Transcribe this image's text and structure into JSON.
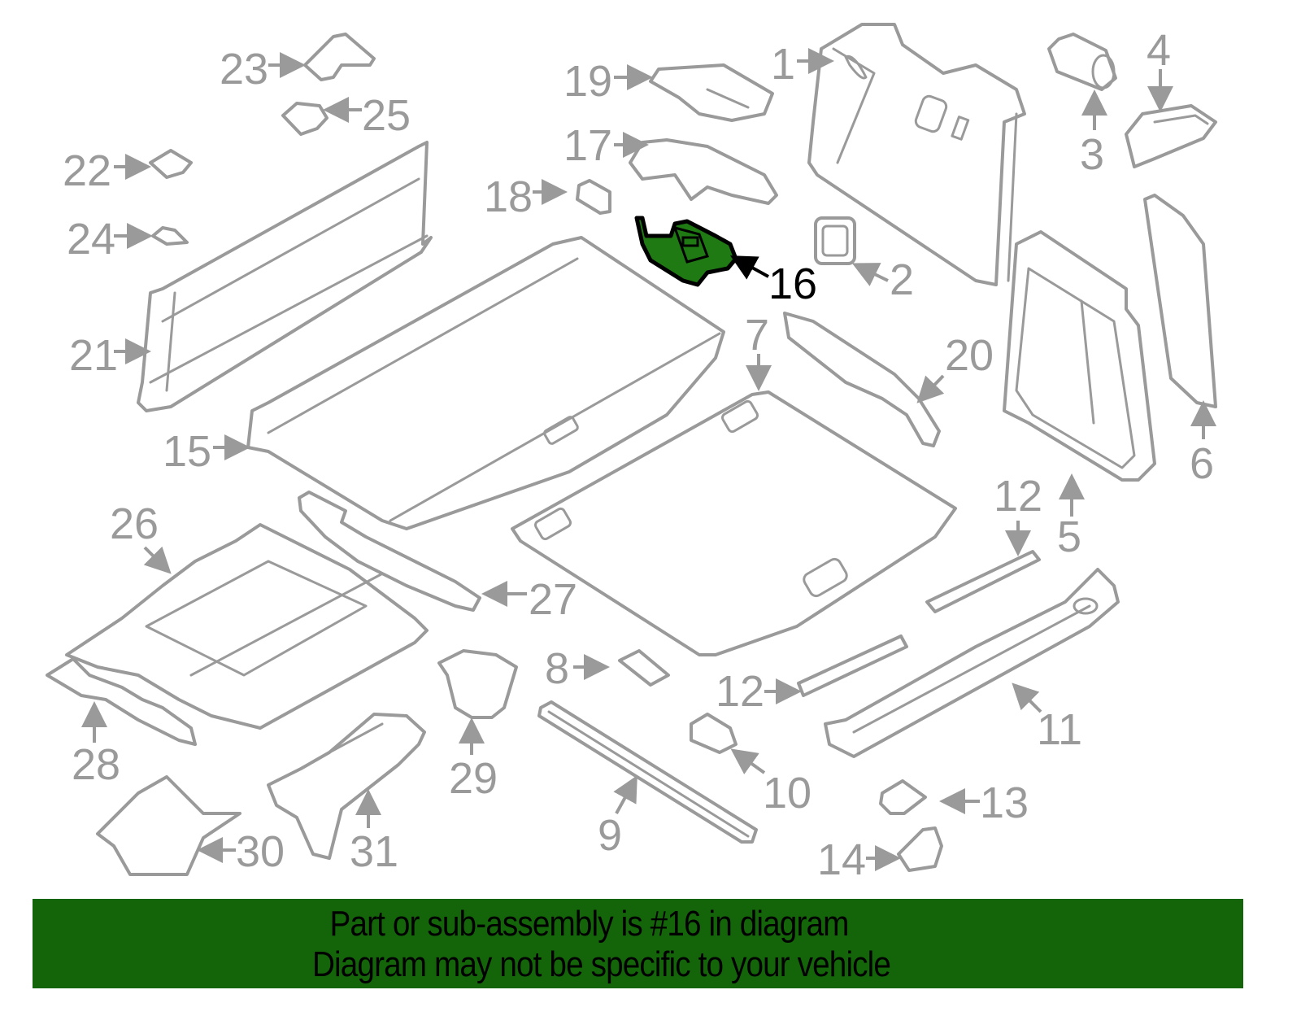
{
  "diagram": {
    "title": "Rear cargo area trim parts diagram",
    "highlighted_part": "16",
    "highlight_color": "#1f7a14",
    "line_color": "#9a9a9a",
    "callouts": [
      {
        "id": "1",
        "label": "1"
      },
      {
        "id": "2",
        "label": "2"
      },
      {
        "id": "3",
        "label": "3"
      },
      {
        "id": "4",
        "label": "4"
      },
      {
        "id": "5",
        "label": "5"
      },
      {
        "id": "6",
        "label": "6"
      },
      {
        "id": "7",
        "label": "7"
      },
      {
        "id": "8",
        "label": "8"
      },
      {
        "id": "9",
        "label": "9"
      },
      {
        "id": "10",
        "label": "10"
      },
      {
        "id": "11",
        "label": "11"
      },
      {
        "id": "12a",
        "label": "12"
      },
      {
        "id": "12b",
        "label": "12"
      },
      {
        "id": "13",
        "label": "13"
      },
      {
        "id": "14",
        "label": "14"
      },
      {
        "id": "15",
        "label": "15"
      },
      {
        "id": "16",
        "label": "16"
      },
      {
        "id": "17",
        "label": "17"
      },
      {
        "id": "18",
        "label": "18"
      },
      {
        "id": "19",
        "label": "19"
      },
      {
        "id": "20",
        "label": "20"
      },
      {
        "id": "21",
        "label": "21"
      },
      {
        "id": "22",
        "label": "22"
      },
      {
        "id": "23",
        "label": "23"
      },
      {
        "id": "24",
        "label": "24"
      },
      {
        "id": "25",
        "label": "25"
      },
      {
        "id": "26",
        "label": "26"
      },
      {
        "id": "27",
        "label": "27"
      },
      {
        "id": "28",
        "label": "28"
      },
      {
        "id": "29",
        "label": "29"
      },
      {
        "id": "30",
        "label": "30"
      },
      {
        "id": "31",
        "label": "31"
      }
    ]
  },
  "banner": {
    "line1": "Part or sub-assembly is #16 in diagram",
    "line2": "Diagram may not be specific to your vehicle",
    "background": "#14650a"
  }
}
